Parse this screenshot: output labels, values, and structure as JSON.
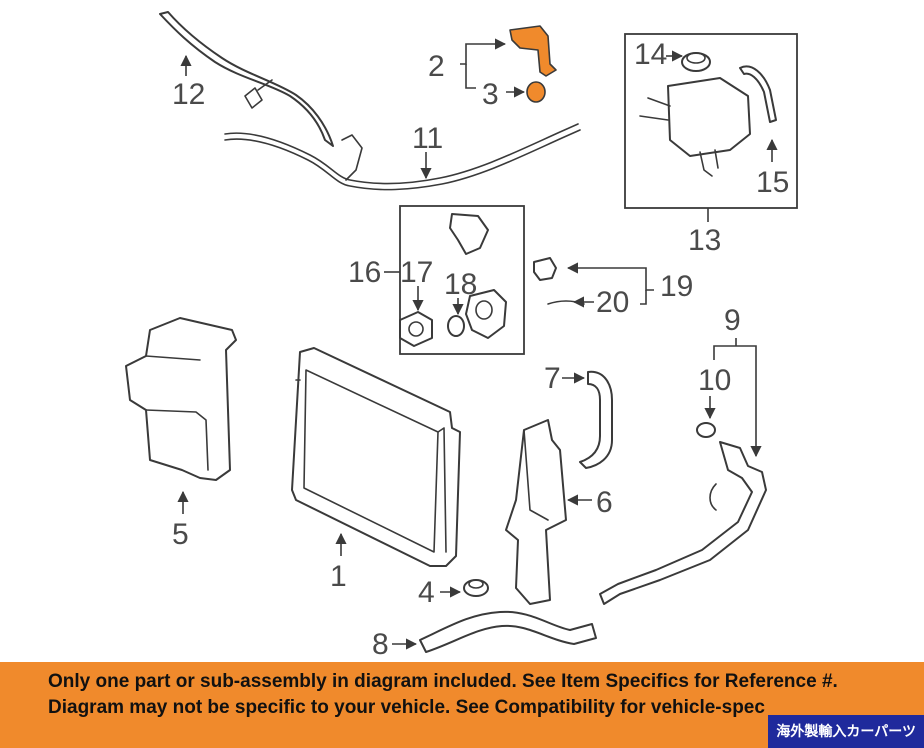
{
  "diagram": {
    "callouts": {
      "c1": "1",
      "c2": "2",
      "c3": "3",
      "c4": "4",
      "c5": "5",
      "c6": "6",
      "c7": "7",
      "c8": "8",
      "c9": "9",
      "c10": "10",
      "c11": "11",
      "c12": "12",
      "c13": "13",
      "c14": "14",
      "c15": "15",
      "c16": "16",
      "c17": "17",
      "c18": "18",
      "c19": "19",
      "c20": "20"
    },
    "highlight_color": "#f08a2c",
    "line_color": "#3a3a3a"
  },
  "banner": {
    "line1": "Only one part or sub-assembly in diagram included. See Item Specifics for Reference #.",
    "line2": "Diagram may not be specific to your vehicle. See Compatibility for vehicle-spec",
    "badge": "海外製輸入カーパーツ",
    "background": "#f08a2c",
    "badge_color": "#1f2a9c"
  }
}
